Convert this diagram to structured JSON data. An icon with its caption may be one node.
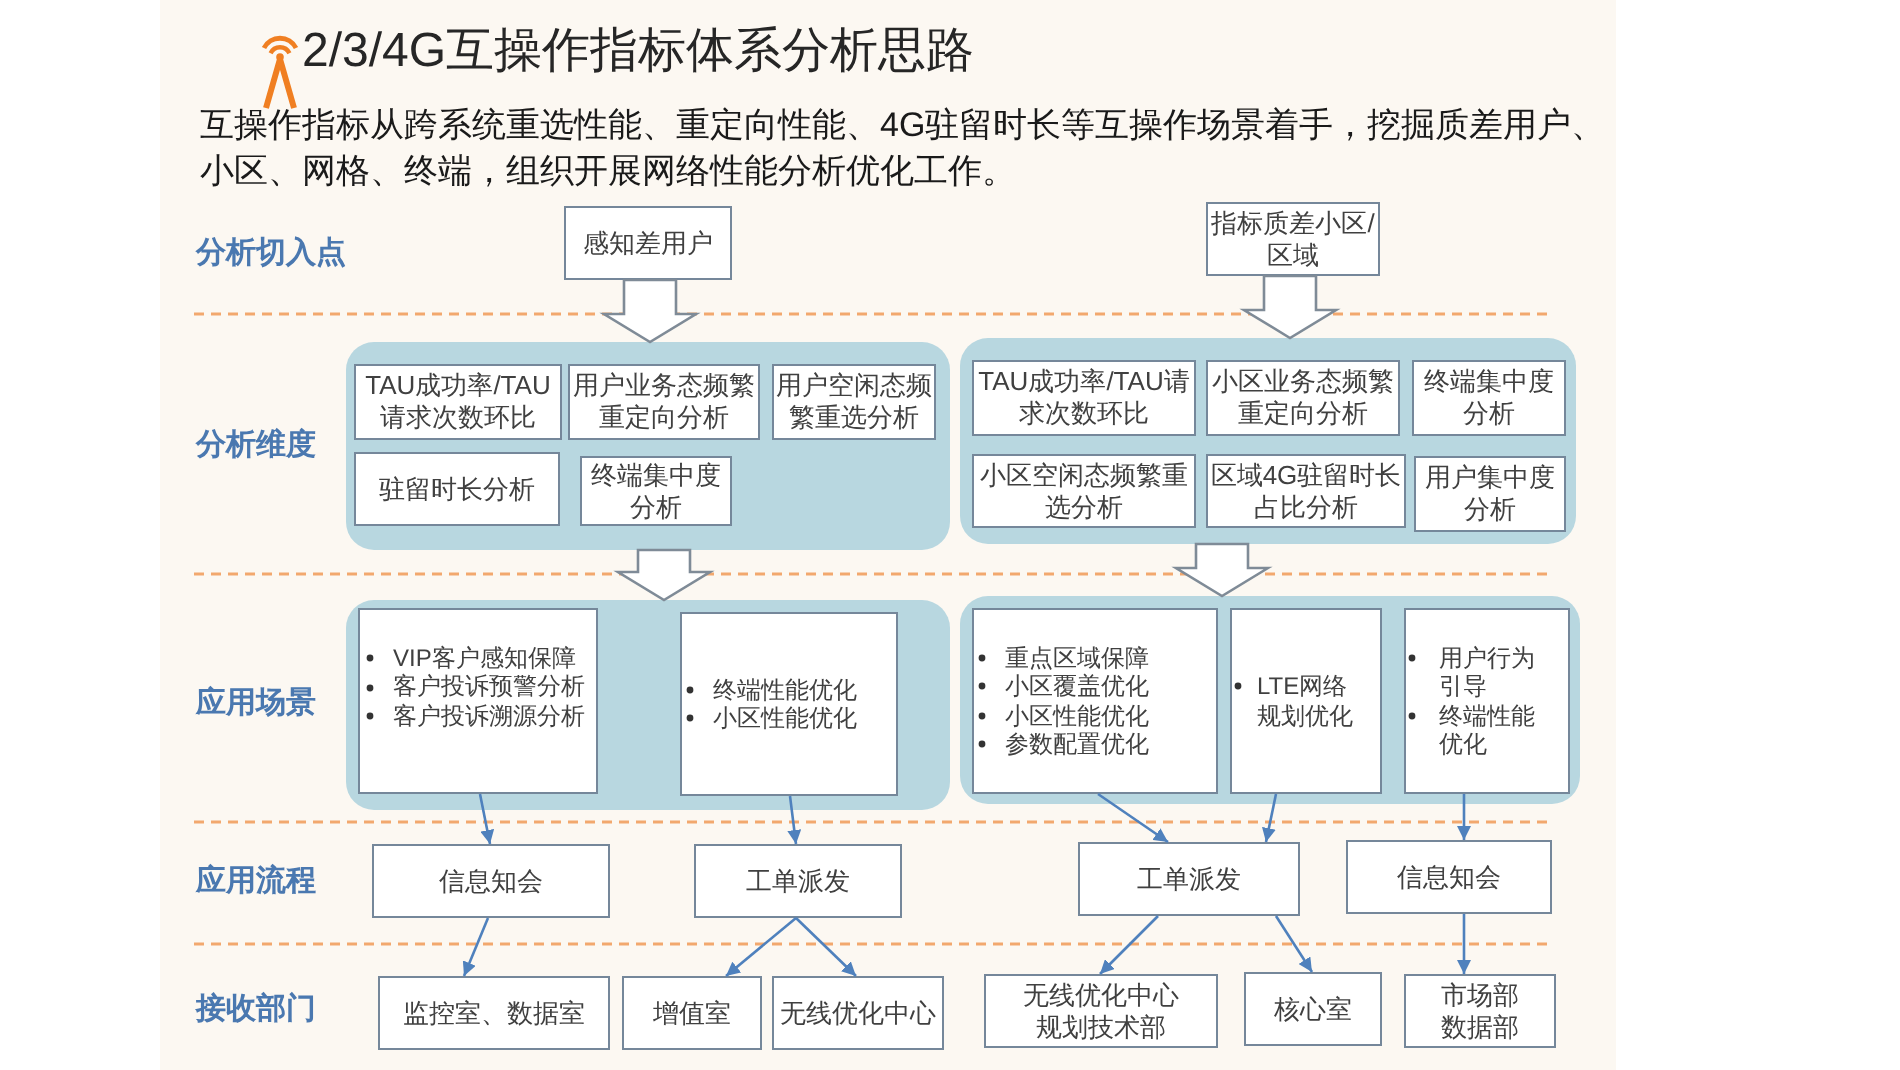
{
  "diagram": {
    "title": "2/3/4G互操作指标体系分析思路",
    "nodes": [
      {
        "text": [
          "感知差用户"
        ]
      },
      {
        "text": [
          "指标质差小区/区域"
        ]
      },
      {
        "text": [],
        "shape": "box"
      },
      {
        "text": [
          "TAU成功率/TAU请求次数环比"
        ],
        "in": 2
      },
      {
        "text": [
          "用户业务态频繁重定向分析"
        ],
        "in": 2
      },
      {
        "text": [
          "用户空闲态频繁重选分析"
        ],
        "in": 2
      },
      {
        "text": [
          "驻留时长分析"
        ],
        "in": 2
      },
      {
        "text": [
          "终端集中度分析"
        ],
        "in": 2
      },
      {
        "text": [],
        "shape": "box"
      },
      {
        "text": [
          "TAU成功率/TAU请求次数环比"
        ],
        "in": 8
      },
      {
        "text": [
          "小区业务态频繁重定向分析"
        ],
        "in": 8
      },
      {
        "text": [
          "终端集中度分析"
        ],
        "in": 8
      },
      {
        "text": [
          "小区空闲态频繁重选分析"
        ],
        "in": 8
      },
      {
        "text": [
          "区域4G驻留时长占比分析"
        ],
        "in": 8
      },
      {
        "text": [
          "用户集中度分析"
        ],
        "in": 8
      },
      {
        "text": [],
        "shape": "box"
      },
      {
        "text": [
          "VIP客户感知保障",
          "客户投诉预警分析",
          "客户投诉溯源分析"
        ],
        "in": 15
      },
      {
        "text": [
          "终端性能优化",
          "小区性能优化"
        ],
        "in": 15
      },
      {
        "text": [],
        "shape": "box"
      },
      {
        "text": [
          "重点区域保障",
          "小区覆盖优化",
          "小区性能优化",
          "参数配置优化"
        ],
        "in": 18
      },
      {
        "text": [
          "LTE网络规划优化"
        ],
        "in": 18
      },
      {
        "text": [
          "用户行为引导",
          "终端性能优化"
        ],
        "in": 18
      },
      {
        "text": [
          "信息知会"
        ]
      },
      {
        "text": [
          "工单派发"
        ]
      },
      {
        "text": [
          "工单派发"
        ]
      },
      {
        "text": [
          "信息知会"
        ]
      },
      {
        "text": [
          "监控室、数据室"
        ]
      },
      {
        "text": [
          "增值室"
        ]
      },
      {
        "text": [
          "无线优化中心"
        ]
      },
      {
        "text": [
          "无线优化中心规划技术部"
        ]
      },
      {
        "text": [
          "核心室"
        ]
      },
      {
        "text": [
          "市场部数据部"
        ]
      }
    ],
    "edges": [
      {
        "from": 0,
        "to": 2,
        "arrow": "to",
        "style": "thick",
        "color": "#7f8b97"
      },
      {
        "from": 1,
        "to": 8,
        "arrow": "to",
        "style": "thick",
        "color": "#7f8b97"
      },
      {
        "from": 2,
        "to": 15,
        "arrow": "to",
        "style": "thick",
        "color": "#7f8b97"
      },
      {
        "from": 8,
        "to": 18,
        "arrow": "to",
        "style": "thick",
        "color": "#7f8b97"
      },
      {
        "from": 16,
        "to": 22,
        "arrow": "to"
      },
      {
        "from": 17,
        "to": 23,
        "arrow": "to"
      },
      {
        "from": 19,
        "to": 24,
        "arrow": "to"
      },
      {
        "from": 20,
        "to": 24,
        "arrow": "to"
      },
      {
        "from": 21,
        "to": 25,
        "arrow": "to"
      },
      {
        "from": 22,
        "to": 26,
        "arrow": "to"
      },
      {
        "from": 23,
        "to": 27,
        "arrow": "to"
      },
      {
        "from": 23,
        "to": 28,
        "arrow": "to"
      },
      {
        "from": 24,
        "to": 29,
        "arrow": "to"
      },
      {
        "from": 24,
        "to": 30,
        "arrow": "to"
      },
      {
        "from": 25,
        "to": 31,
        "arrow": "to"
      }
    ],
    "labels": [
      "互操作指标从跨系统重选性能、重定向性能、4G驻留时长等互操作场景着手，挖掘质差用户、小区、网格、终端，组织开展网络性能分析优化工作。",
      "分析切入点",
      "分析维度",
      "应用场景",
      "应用流程",
      "接收部门"
    ]
  }
}
